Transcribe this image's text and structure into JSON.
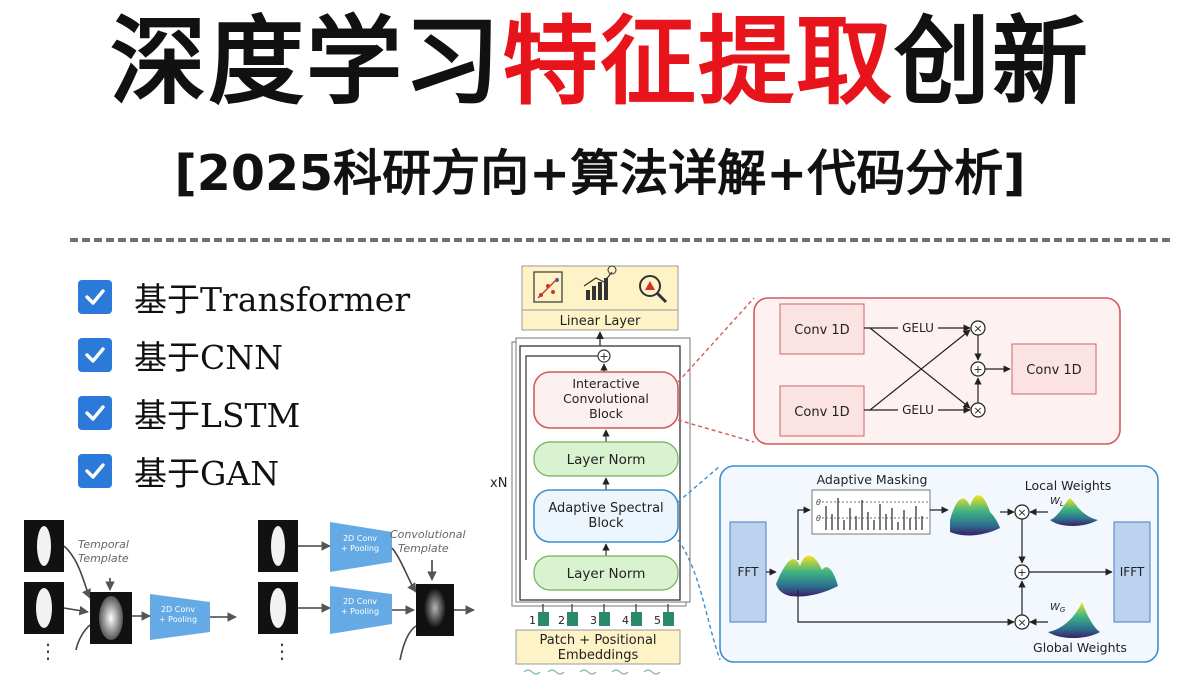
{
  "header": {
    "title_black_1": "深度学习",
    "title_red": "特征提取",
    "title_black_2": "创新",
    "subtitle": "[2025科研方向+算法详解+代码分析]"
  },
  "checklist": [
    "基于Transformer",
    "基于CNN",
    "基于LSTM",
    "基于GAN"
  ],
  "left_diagram": {
    "temporal_template": "Temporal\nTemplate",
    "conv_pool_1": "2D Conv\n+ Pooling",
    "conv_pool_2": "2D Conv\n+ Pooling",
    "conv_pool_3": "2D Conv\n+ Pooling",
    "conv_template": "Convolutional\nTemplate",
    "ellipsis": "⋮"
  },
  "architecture": {
    "linear_layer": "Linear Layer",
    "icb": "Interactive\nConvolutional\nBlock",
    "layer_norm_top": "Layer Norm",
    "asb": "Adaptive Spectral\nBlock",
    "layer_norm_bottom": "Layer Norm",
    "repeat": "xN",
    "patch_embed": "Patch + Positional\nEmbeddings",
    "patch_numbers": [
      "1",
      "2",
      "3",
      "4",
      "5"
    ],
    "plus": "+"
  },
  "icb_detail": {
    "conv1": "Conv 1D",
    "conv2": "Conv 1D",
    "conv3": "Conv 1D",
    "gelu1": "GELU",
    "gelu2": "GELU",
    "times": "×",
    "plus": "+"
  },
  "asb_detail": {
    "fft": "FFT",
    "ifft": "IFFT",
    "adaptive_masking": "Adaptive Masking",
    "local_weights": "Local Weights",
    "global_weights": "Global Weights",
    "wl": "W",
    "wl_sub": "L",
    "wg": "W",
    "wg_sub": "G",
    "theta": "θ",
    "times": "×",
    "plus": "+"
  },
  "colors": {
    "title_red": "#e8141c",
    "check_blue": "#2b79d9",
    "green_block": "#d9f2d0",
    "yellow_block": "#fdf3c7",
    "red_frame": "#d25a5a",
    "blue_frame": "#3b8fd0",
    "fft_blue": "#bcd3f0"
  }
}
